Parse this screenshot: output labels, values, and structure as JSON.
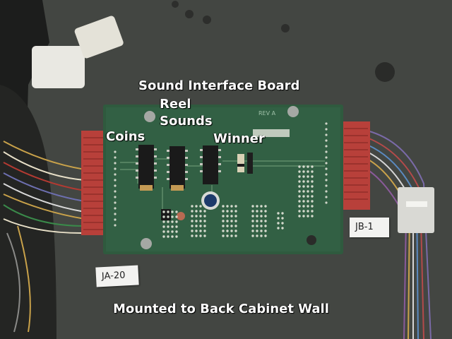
{
  "labels": {
    "board_title": "Sound Interface Board",
    "reel": "Reel",
    "sounds": "Sounds",
    "coins": "Coins",
    "winner": "Winner",
    "caption": "Mounted to Back Cabinet Wall"
  },
  "tags": {
    "jb": "JB-1",
    "ja": "JA-20"
  },
  "board_print": {
    "rev": "REV A"
  },
  "colors": {
    "cabinet": "#3d3f3c",
    "board": "#2f5a3e",
    "connector": "#b8403a",
    "text": "#ffffff"
  }
}
